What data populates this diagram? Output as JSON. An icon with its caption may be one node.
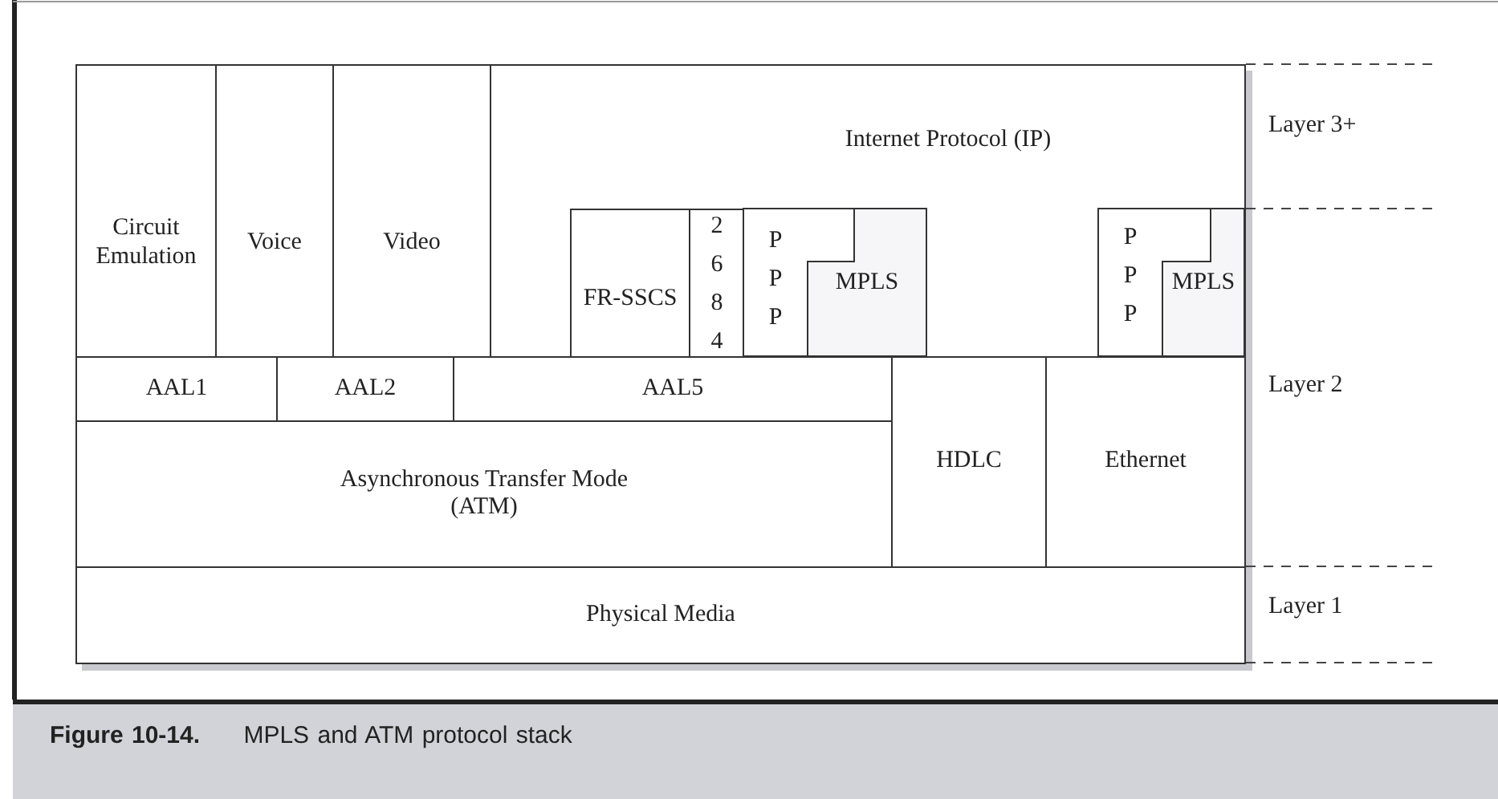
{
  "diagram": {
    "caption": "**Figure 10-14.** MPLS and ATM protocol stack",
    "nodes": [
      {
        "text": [
          "Circuit Emulation"
        ]
      },
      {
        "text": [
          "Voice"
        ]
      },
      {
        "text": [
          "Video"
        ]
      },
      {
        "text": [
          "Internet Protocol (IP)"
        ]
      },
      {
        "text": [
          "FR-SSCS"
        ],
        "in": 3
      },
      {
        "text": [
          "2684"
        ],
        "in": 3
      },
      {
        "text": [
          "PPP"
        ],
        "in": 3
      },
      {
        "text": [
          "MPLS"
        ],
        "in": 3
      },
      {
        "text": [
          "PPP"
        ],
        "in": 3
      },
      {
        "text": [
          "MPLS"
        ],
        "in": 3
      },
      {
        "text": [
          "AAL1"
        ]
      },
      {
        "text": [
          "AAL2"
        ]
      },
      {
        "text": [
          "AAL5"
        ]
      },
      {
        "text": [
          "HDLC"
        ]
      },
      {
        "text": [
          "Ethernet"
        ]
      },
      {
        "text": [
          "Asynchronous Transfer Mode (ATM)"
        ]
      },
      {
        "text": [
          "Physical Media"
        ]
      }
    ],
    "labels": [
      "Layer 3+",
      "Layer 2",
      "Layer 1"
    ]
  }
}
